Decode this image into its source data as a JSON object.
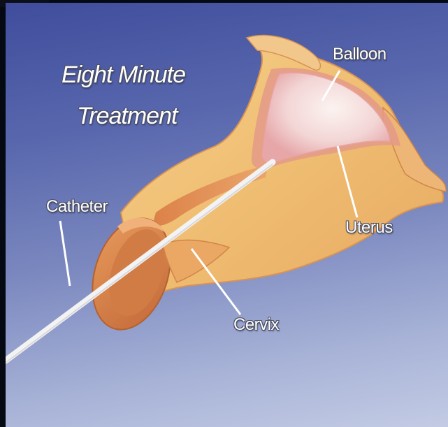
{
  "title": {
    "line1": "Eight Minute",
    "line2": "Treatment"
  },
  "labels": {
    "balloon": "Balloon",
    "uterus": "Uterus",
    "catheter": "Catheter",
    "cervix": "Cervix"
  },
  "colors": {
    "background_top": "#3f4d9c",
    "background_bottom": "#c3cbe4",
    "tissue": "#f0c27a",
    "tissue_shadow": "#d98f4e",
    "balloon": "#f7e0e4",
    "cervix_ring": "#d9854c",
    "catheter": "#f4f4f4",
    "label_text": "#ffffff"
  }
}
